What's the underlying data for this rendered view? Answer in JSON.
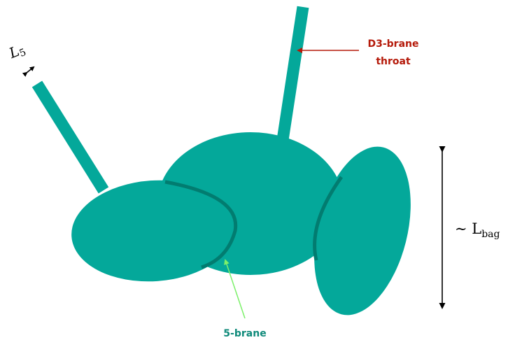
{
  "colors": {
    "blob_fill": "#04a89a",
    "blob_edge": "#027c70",
    "d3_label": "#b51a0a",
    "brane5_label": "#0f8a7a",
    "brane5_arrow": "#7cf06a",
    "arrow_dark": "#000000"
  },
  "labels": {
    "l5_main": "L",
    "l5_sub": "5",
    "d3_line1": "D3-brane",
    "d3_line2": "throat",
    "brane5": "5-brane",
    "bag_prefix": "∼ L",
    "bag_sub": "bag"
  }
}
